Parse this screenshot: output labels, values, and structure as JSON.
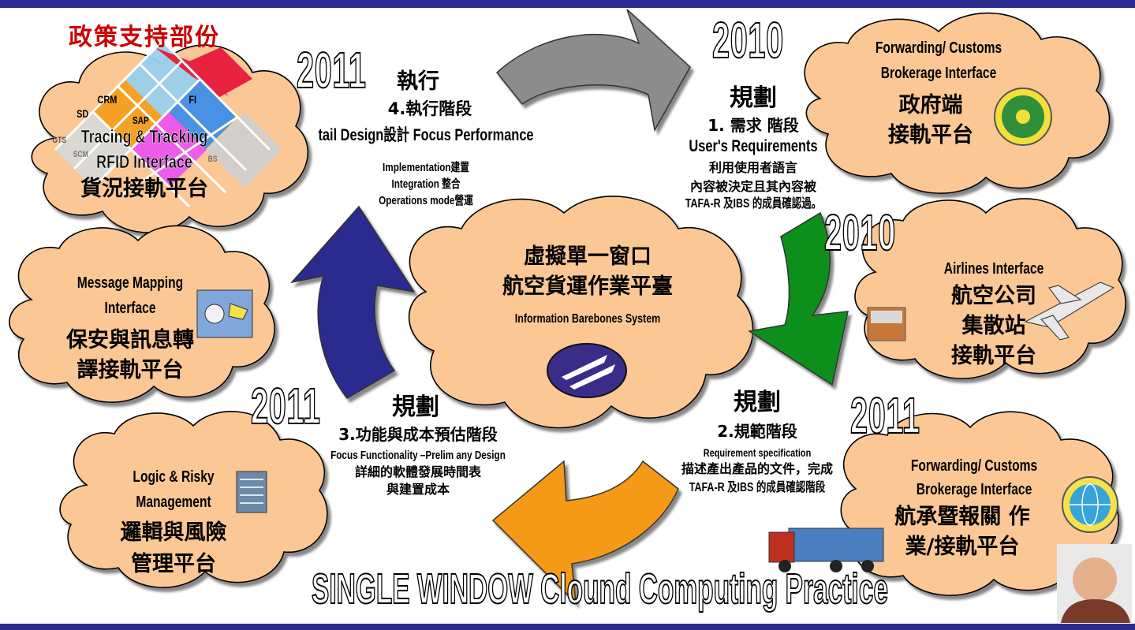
{
  "policy_title": "政策支持部份",
  "years": {
    "top_left": "2011",
    "top_center": "2010",
    "right_middle": "2010",
    "bottom_left": "2011",
    "bottom_right": "2011"
  },
  "footer_title": "SINGLE WINDOW Clound Computing Practice",
  "center": {
    "line1": "虛擬單一窗口",
    "line2": "航空貨運作業平臺",
    "line3": "Information Barebones System"
  },
  "phase_execute": {
    "heading": "執行",
    "phase": "4.執行階段",
    "detail": "tail Design設計 Focus Performance",
    "items": [
      "Implementation建置",
      "Integration 整合",
      "Operations mode營運"
    ]
  },
  "phase_requirements": {
    "heading": "規劃",
    "phase": "1. 需求 階段",
    "en": "User's Requirements",
    "lines": [
      "利用使用者語言",
      "內容被決定且其內容被",
      "TAFA-R 及IBS 的成員確認過。"
    ]
  },
  "phase_function": {
    "heading": "規劃",
    "phase": "3.功能與成本預估階段",
    "en": "Focus Functionality –Prelim any Design",
    "lines": [
      "詳細的軟體發展時間表",
      "與建置成本"
    ]
  },
  "phase_spec": {
    "heading": "規劃",
    "phase": "2.規範階段",
    "en": "Requirement specification",
    "lines": [
      "描述產出產品的文件，完成",
      "TAFA-R 及IBS 的成員確認階段"
    ]
  },
  "clouds": {
    "tracing": {
      "l1": "Tracing & Tracking",
      "l2": "RFID Interface",
      "l3": "貨況接軌平台"
    },
    "erp_labels": {
      "crm": "CRM",
      "sd": "SD",
      "fi": "FI",
      "sap": "SAP",
      "gts": "GTS",
      "scm": "SCM",
      "bs": "BS"
    },
    "gov": {
      "l1": "Forwarding/ Customs",
      "l2": "Brokerage Interface",
      "l3": "政府端",
      "l4": "接軌平台"
    },
    "message": {
      "l1": "Message Mapping",
      "l2": "Interface",
      "l3": "保安與訊息轉",
      "l4": "譯接軌平台"
    },
    "airlines": {
      "l1": "Airlines  Interface",
      "l2": "航空公司",
      "l3": "集散站",
      "l4": "接軌平台"
    },
    "logic": {
      "l1": "Logic & Risky",
      "l2": "Management",
      "l3": "邏輯與風險",
      "l4": "管理平台"
    },
    "forwarding": {
      "l1": "Forwarding/ Customs",
      "l2": "Brokerage Interface",
      "l3": "航承暨報關 作",
      "l4": "業/接軌平台"
    }
  },
  "colors": {
    "cloud_fill": "#fbc795",
    "arrow_gray": "#8c8c8c",
    "arrow_green": "#0a8f1a",
    "arrow_orange": "#f59a12",
    "arrow_blue": "#2b2b8f",
    "policy_red": "#cc0000",
    "bar_navy": "#2b2b8f"
  }
}
